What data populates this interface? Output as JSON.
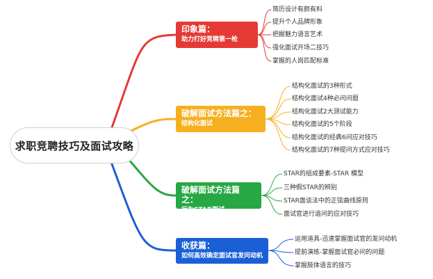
{
  "center_title": "求职竞聘技巧及面试攻略",
  "branches": [
    {
      "title": "印象篇：",
      "subtitle": "助力打好竞聘第一枪",
      "color": "#e53935",
      "items": [
        "简历设计有颜有料",
        "提升个人品牌形象",
        "把握魅力语言艺术",
        "强化面试开场二技巧",
        "掌握的人岗匹配标准"
      ]
    },
    {
      "title": "破解面试方法篇之：",
      "subtitle": "结构化面试",
      "color": "#f6b01f",
      "items": [
        "结构化面试的3种形式",
        "结构化面试4种必问问题",
        "结构化面试2大测试能力",
        "结构化面试的5个阶段",
        "结构化面试的经典6问应对技巧",
        "结构化面试的7种提问方式应对技巧"
      ]
    },
    {
      "title": "破解面试方法篇之：",
      "subtitle": "行为STAR面试",
      "color": "#28a745",
      "items": [
        "STAR的组成要素-STAR 模型",
        "三种假STAR的辨别",
        "STAR面谈法中的正弦曲线原则",
        "面试官进行追问的应对技巧"
      ]
    },
    {
      "title": "收获篇：",
      "subtitle": "如何高效确定面试官发问动机",
      "color": "#1a5fd6",
      "items": [
        "运用道具-迅速掌握面试官的发问动机",
        "提前演练-掌握面试官必问的问题",
        "掌握肢体语言的技巧"
      ]
    }
  ]
}
